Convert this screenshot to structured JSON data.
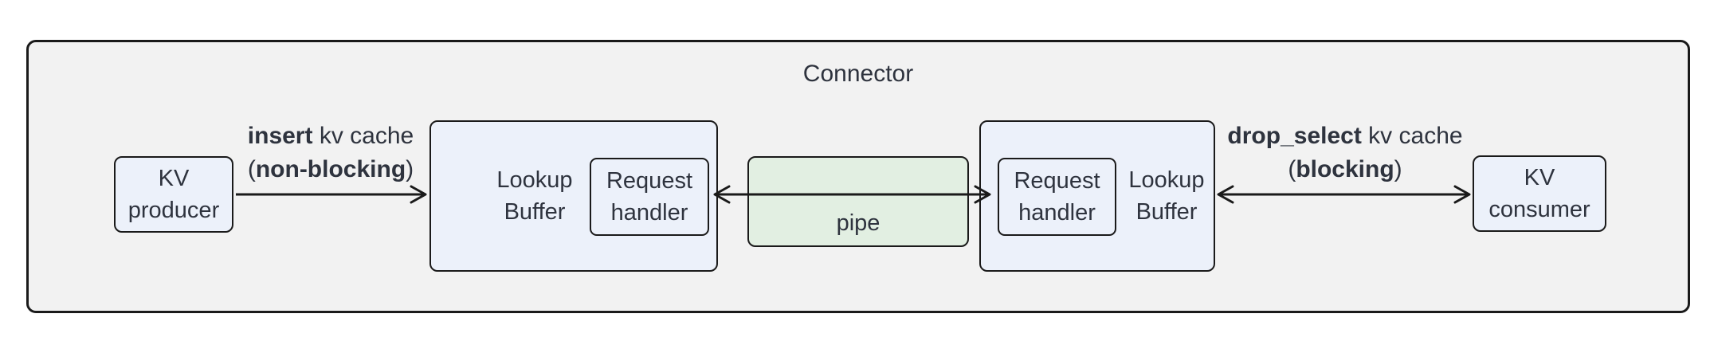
{
  "title": "Connector",
  "colors": {
    "canvas": "#FFFFFF",
    "connector_fill": "#F2F2F2",
    "node_fill": "#ECF1FA",
    "pipe_fill": "#E2EFE2",
    "border": "#1A1A1A",
    "text": "#2E333E"
  },
  "nodes": {
    "kv_producer": "KV\nproducer",
    "lookup_buffer_left": "Lookup\nBuffer",
    "request_handler_left": "Request\nhandler",
    "pipe": "pipe",
    "request_handler_right": "Request\nhandler",
    "lookup_buffer_right": "Lookup\nBuffer",
    "kv_consumer": "KV\nconsumer"
  },
  "edges": {
    "insert": {
      "verb": "insert",
      "rest": " kv cache",
      "open": "(",
      "mode": "non-blocking",
      "close": ")"
    },
    "drop_select": {
      "verb": "drop_select",
      "rest": " kv cache",
      "open": "(",
      "mode": "blocking",
      "close": ")"
    }
  }
}
